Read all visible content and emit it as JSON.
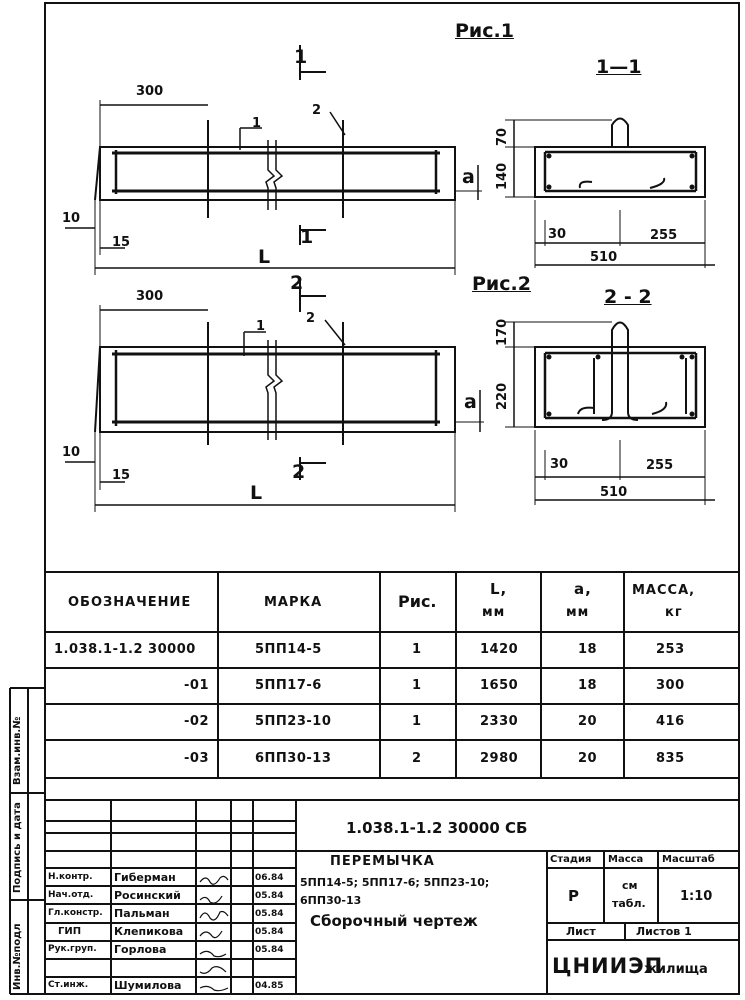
{
  "figures": {
    "fig1": {
      "title": "Рис.1",
      "section_label": "1—1",
      "cut_mark": "1",
      "dim_300": "300",
      "dim_L": "L",
      "dim_10": "10",
      "dim_15": "15",
      "dim_a": "a",
      "pos_1": "1",
      "pos_2": "2",
      "sec_h_top": "70",
      "sec_h_main": "140",
      "sec_w_30": "30",
      "sec_w_255": "255",
      "sec_w_510": "510"
    },
    "fig2": {
      "title": "Рис.2",
      "section_label": "2 - 2",
      "cut_mark": "2",
      "dim_300": "300",
      "dim_L": "L",
      "dim_10": "10",
      "dim_15": "15",
      "dim_a": "a",
      "pos_1": "1",
      "pos_2": "2",
      "sec_h_top": "170",
      "sec_h_main": "220",
      "sec_w_30": "30",
      "sec_w_255": "255",
      "sec_w_510": "510"
    }
  },
  "spec_table": {
    "headers": {
      "designation": "ОБОЗНАЧЕНИЕ",
      "mark": "МАРКА",
      "fig": "Рис.",
      "L_line1": "L,",
      "L_line2": "мм",
      "a_line1": "a,",
      "a_line2": "мм",
      "mass_line1": "МАССА,",
      "mass_line2": "кг"
    },
    "rows": [
      {
        "designation": "1.038.1-1.2 30000",
        "mark": "5ПП14-5",
        "fig": "1",
        "L": "1420",
        "a": "18",
        "mass": "253"
      },
      {
        "designation": "-01",
        "mark": "5ПП17-6",
        "fig": "1",
        "L": "1650",
        "a": "18",
        "mass": "300"
      },
      {
        "designation": "-02",
        "mark": "5ПП23-10",
        "fig": "1",
        "L": "2330",
        "a": "20",
        "mass": "416"
      },
      {
        "designation": "-03",
        "mark": "6ПП30-13",
        "fig": "2",
        "L": "2980",
        "a": "20",
        "mass": "835"
      }
    ]
  },
  "side_stamp": {
    "f1": "Взам.инв.№",
    "f2": "Подпись и дата",
    "f3": "Инв.№подл"
  },
  "title_block": {
    "doc_code": "1.038.1-1.2 30000 СБ",
    "product": "ПЕРЕМЫЧКА",
    "marks_line1": "5ПП14-5; 5ПП17-6; 5ПП23-10;",
    "marks_line2": "6ПП30-13",
    "doc_type": "Сборочный чертеж",
    "stage_label": "Стадия",
    "mass_label": "Масса",
    "scale_label": "Масштаб",
    "stage_value": "Р",
    "mass_value_1": "см",
    "mass_value_2": "табл.",
    "scale_value": "1:10",
    "sheet_label": "Лист",
    "sheets_label": "Листов 1",
    "org": "ЦНИИЭП",
    "org_sub": "жилища",
    "signers": [
      {
        "role": "Н.контр.",
        "name": "Гиберман",
        "date": "06.84"
      },
      {
        "role": "Нач.отд.",
        "name": "Росинский",
        "date": "05.84"
      },
      {
        "role": "Гл.констр.",
        "name": "Пальман",
        "date": "05.84"
      },
      {
        "role": "ГИП",
        "name": "Клепикова",
        "date": "05.84"
      },
      {
        "role": "Рук.груп.",
        "name": "Горлова",
        "date": "05.84"
      },
      {
        "role": "Ст.инж.",
        "name": "Шумилова",
        "date": "04.85"
      }
    ]
  }
}
